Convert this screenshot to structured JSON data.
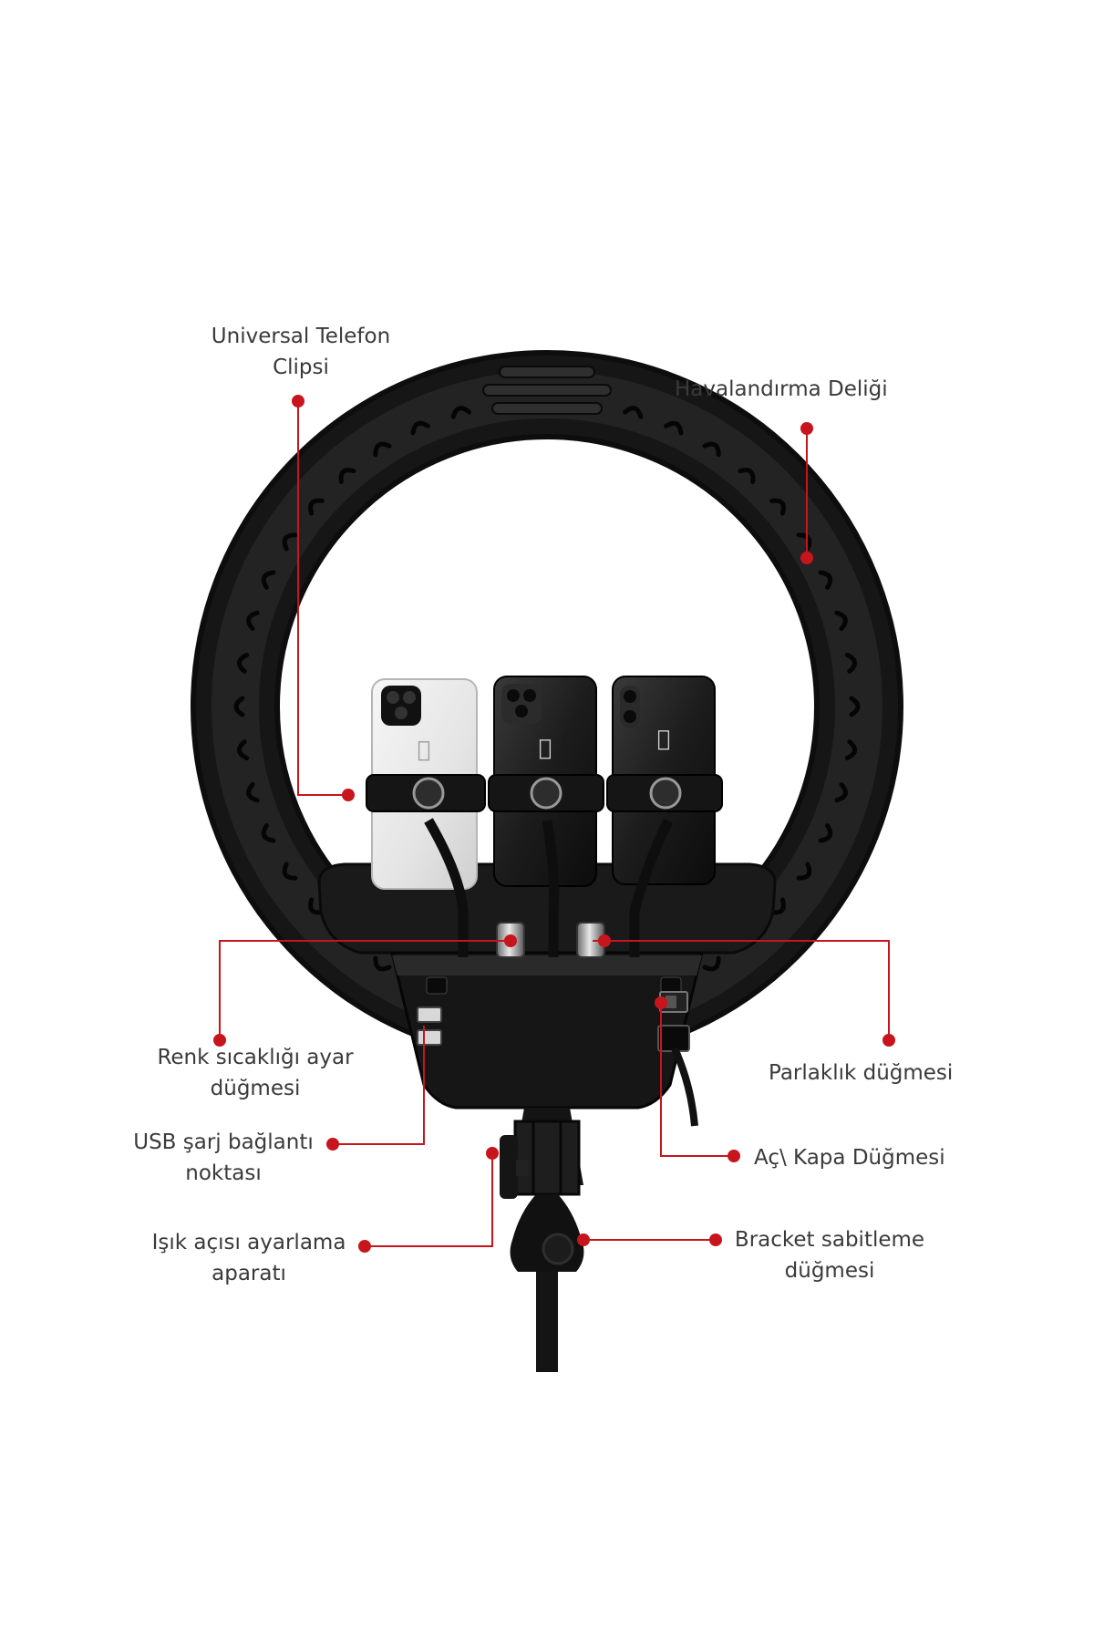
{
  "diagram": {
    "accent_color": "#c8141c",
    "product": "ring-light-with-three-phone-holders",
    "callouts": [
      {
        "id": "phone-clip",
        "lines": [
          "Universal Telefon",
          "Clipsi"
        ]
      },
      {
        "id": "vent",
        "lines": [
          "Havalandırma Deliği"
        ]
      },
      {
        "id": "color-temp",
        "lines": [
          "Renk sıcaklığı ayar",
          "düğmesi"
        ]
      },
      {
        "id": "brightness",
        "lines": [
          "Parlaklık düğmesi"
        ]
      },
      {
        "id": "usb",
        "lines": [
          "USB şarj bağlantı",
          "noktası"
        ]
      },
      {
        "id": "power",
        "lines": [
          "Aç\\ Kapa Düğmesi"
        ]
      },
      {
        "id": "angle",
        "lines": [
          "Işık açısı ayarlama",
          "aparatı"
        ]
      },
      {
        "id": "bracket",
        "lines": [
          "Bracket sabitleme",
          "düğmesi"
        ]
      }
    ]
  }
}
